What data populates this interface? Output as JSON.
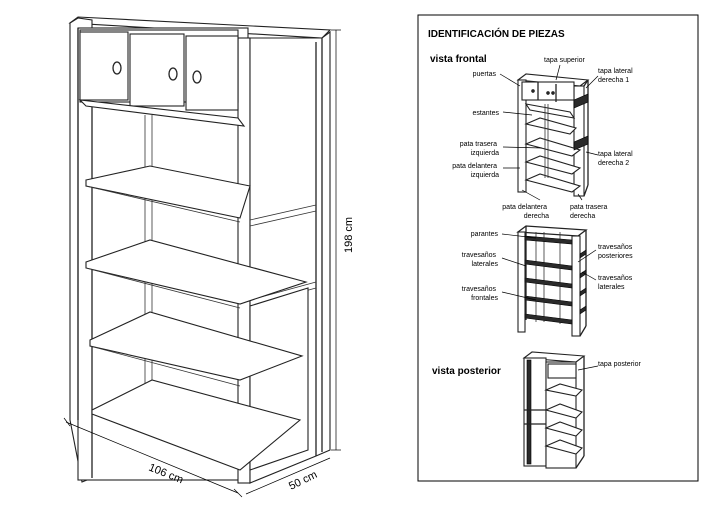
{
  "dimensions": {
    "width": "106 cm",
    "depth": "50 cm",
    "height": "198 cm"
  },
  "panel": {
    "title": "IDENTIFICACIÓN DE PIEZAS",
    "sections": {
      "front": "vista frontal",
      "rear": "vista posterior"
    },
    "labels": {
      "puertas": "puertas",
      "tapa_superior": "tapa superior",
      "tapa_lateral_1": [
        "tapa lateral",
        "derecha 1"
      ],
      "estantes": "estantes",
      "pata_trasera_izq": [
        "pata trasera",
        "izquierda"
      ],
      "pata_delantera_izq": [
        "pata delantera",
        "izquierda"
      ],
      "tapa_lateral_2": [
        "tapa lateral",
        "derecha 2"
      ],
      "pata_delantera_der": [
        "pata delantera",
        "derecha"
      ],
      "pata_trasera_der": [
        "pata trasera",
        "derecha"
      ],
      "parantes": "parantes",
      "travesanos_posteriores": [
        "travesaños",
        "posteriores"
      ],
      "travesanos_laterales_izq": [
        "travesaños",
        "laterales"
      ],
      "travesanos_laterales_der": [
        "travesaños",
        "laterales"
      ],
      "travesanos_frontales": [
        "travesaños",
        "frontales"
      ],
      "tapa_posterior": "tapa posterior"
    }
  }
}
